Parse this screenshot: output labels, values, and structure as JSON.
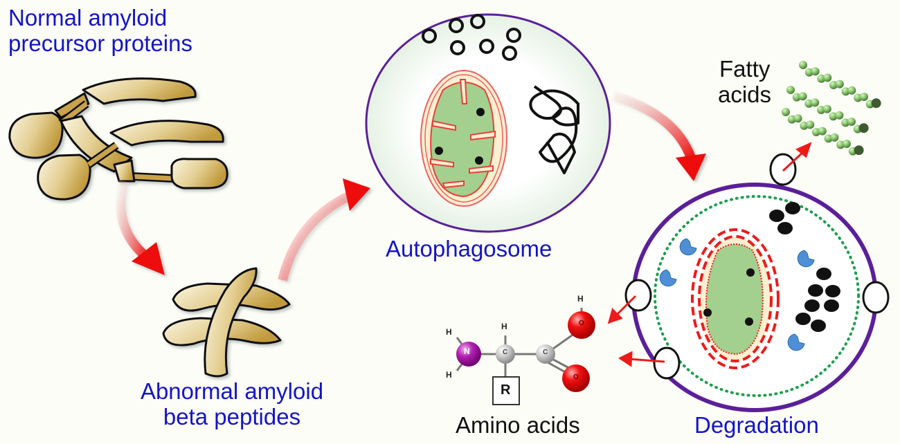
{
  "labels": {
    "app_line1": "Normal amyloid",
    "app_line2": "precursor proteins",
    "abeta_line1": "Abnormal amyloid",
    "abeta_line2": "beta peptides",
    "autophagosome": "Autophagosome",
    "degradation": "Degradation",
    "fatty_line1": "Fatty",
    "fatty_line2": "acids",
    "amino": "Amino acids"
  },
  "molecule": {
    "n": "N",
    "c": "C",
    "o": "O",
    "h": "H",
    "r": "R"
  },
  "colors": {
    "label_blue": "#1414c8",
    "membrane_purple": "#6a1fa0",
    "arrow_red": "#e8141a",
    "mito_green": "#9fcf8a",
    "mito_red": "#e8403a",
    "protein_gold": "#c9a24a",
    "enzyme_blue": "#4f8fd6"
  }
}
